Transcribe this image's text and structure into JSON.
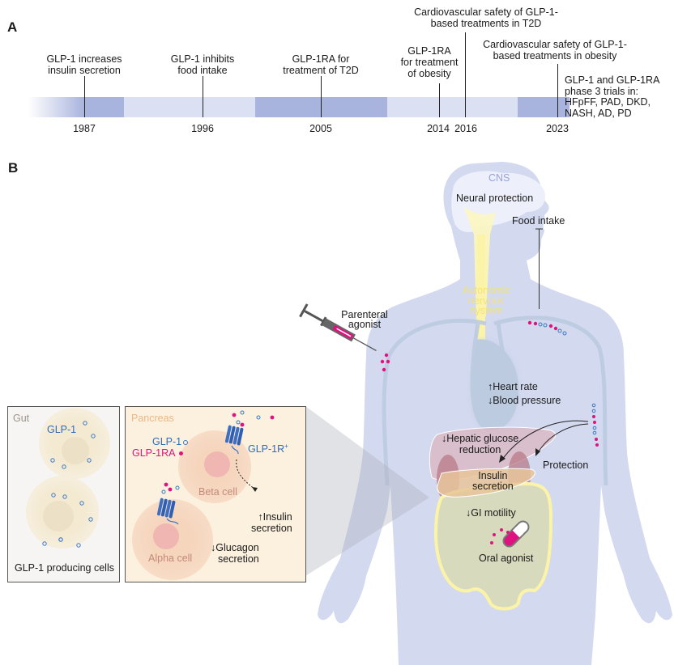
{
  "panels": {
    "a_label": "A",
    "b_label": "B"
  },
  "timeline": {
    "events": [
      {
        "year": "1987",
        "text": [
          "GLP-1 increases",
          "insulin secretion"
        ]
      },
      {
        "year": "1996",
        "text": [
          "GLP-1 inhibits",
          "food intake"
        ]
      },
      {
        "year": "2005",
        "text": [
          "GLP-1RA for",
          "treatment of T2D"
        ]
      },
      {
        "year": "2014",
        "text": [
          "GLP-1RA",
          "for treatment",
          "of obesity"
        ]
      },
      {
        "year": "2016",
        "text": [
          "Cardiovascular safety of GLP-1-",
          "based treatments in T2D"
        ]
      },
      {
        "year": "2023",
        "text": [
          "Cardiovascular safety of GLP-1-",
          "based treatments in obesity"
        ]
      }
    ],
    "trials_note": [
      "GLP-1 and GLP-1RA",
      "phase 3 trials in:",
      "HFpFF, PAD, DKD,",
      "NASH, AD, PD"
    ],
    "colors": {
      "dark": "#a9b4de",
      "light": "#dbe0f2"
    }
  },
  "gut_panel": {
    "title": "Gut",
    "glp1_label": "GLP-1",
    "caption": "GLP-1 producing cells"
  },
  "pancreas_panel": {
    "title": "Pancreas",
    "legend_glp1": "GLP-1",
    "legend_glp1ra": "GLP-1RA",
    "receptor_label": "GLP-1R",
    "receptor_sup": "+",
    "beta_cell": "Beta cell",
    "alpha_cell": "Alpha cell",
    "insulin_effect": [
      "↑Insulin",
      "secretion"
    ],
    "glucagon_effect": [
      "↓Glucagon",
      "secretion"
    ]
  },
  "body": {
    "cns": "CNS",
    "neural_protection": "Neural protection",
    "food_intake": "Food intake",
    "ans": [
      "Autonomic",
      "nervous",
      "system"
    ],
    "parenteral": [
      "Parenteral",
      "agonist"
    ],
    "heart_rate": "↑Heart rate",
    "blood_pressure": "↓Blood pressure",
    "hepatic": [
      "↓Hepatic glucose",
      "reduction"
    ],
    "insulin": [
      "Insulin",
      "secretion"
    ],
    "protection": "Protection",
    "gi_motility": "↓GI motility",
    "oral_agonist": "Oral agonist"
  },
  "colors": {
    "glp1": "#3a78c4",
    "glp1ra": "#e0127f",
    "body": "#d3d9ef",
    "ans": "#fbf4a8",
    "cns_label": "#97a3d8",
    "pancreas_title": "#e9b98a",
    "cell_label": "#c48a7a"
  }
}
